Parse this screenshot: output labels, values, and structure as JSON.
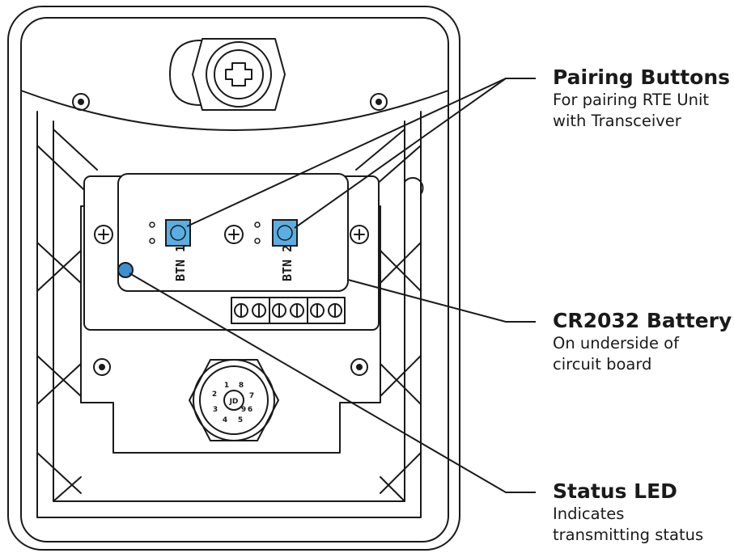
{
  "buttons": {
    "btn1": "BTN 1",
    "btn2": "BTN 2"
  },
  "connector": {
    "logo": "JD",
    "pins": [
      "1",
      "2",
      "3",
      "4",
      "5",
      "6",
      "7",
      "8",
      "9"
    ]
  },
  "callouts": [
    {
      "title": "Pairing Buttons",
      "lines": [
        "For pairing RTE Unit",
        "with Transceiver"
      ]
    },
    {
      "title": "CR2032 Battery",
      "lines": [
        "On underside of",
        "circuit board"
      ]
    },
    {
      "title": "Status LED",
      "lines": [
        "Indicates",
        "transmitting status"
      ]
    }
  ],
  "colors": {
    "button_blue": "#5aaee2",
    "led_blue": "#3d8fcf",
    "line": "#1a1a1a"
  }
}
